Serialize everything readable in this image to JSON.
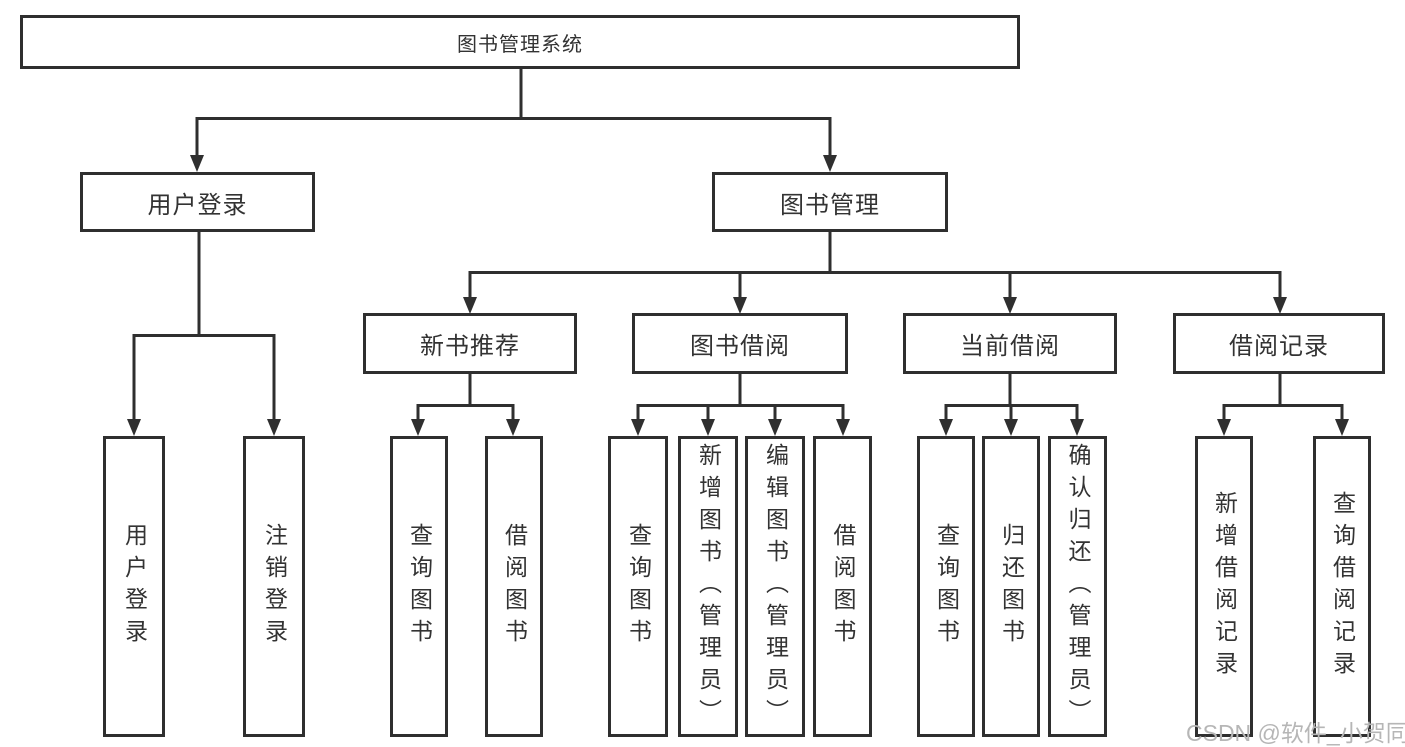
{
  "colors": {
    "line": "#2f2f2f",
    "text": "#333333",
    "background": "#ffffff",
    "watermark": "#b6b6b6"
  },
  "diagram": {
    "root": {
      "label": "图书管理系统"
    },
    "children": [
      {
        "label": "用户登录",
        "children": [
          {
            "label": "用户登录"
          },
          {
            "label": "注销登录"
          }
        ]
      },
      {
        "label": "图书管理",
        "children": [
          {
            "label": "新书推荐",
            "children": [
              {
                "label": "查询图书"
              },
              {
                "label": "借阅图书"
              }
            ]
          },
          {
            "label": "图书借阅",
            "children": [
              {
                "label": "查询图书"
              },
              {
                "label": "新增图书（管理员）"
              },
              {
                "label": "编辑图书（管理员）"
              },
              {
                "label": "借阅图书"
              }
            ]
          },
          {
            "label": "当前借阅",
            "children": [
              {
                "label": "查询图书"
              },
              {
                "label": "归还图书"
              },
              {
                "label": "确认归还（管理员）"
              }
            ]
          },
          {
            "label": "借阅记录",
            "children": [
              {
                "label": "新增借阅记录"
              },
              {
                "label": "查询借阅记录"
              }
            ]
          }
        ]
      }
    ]
  },
  "watermark": "CSDN @软件_小贺同学"
}
